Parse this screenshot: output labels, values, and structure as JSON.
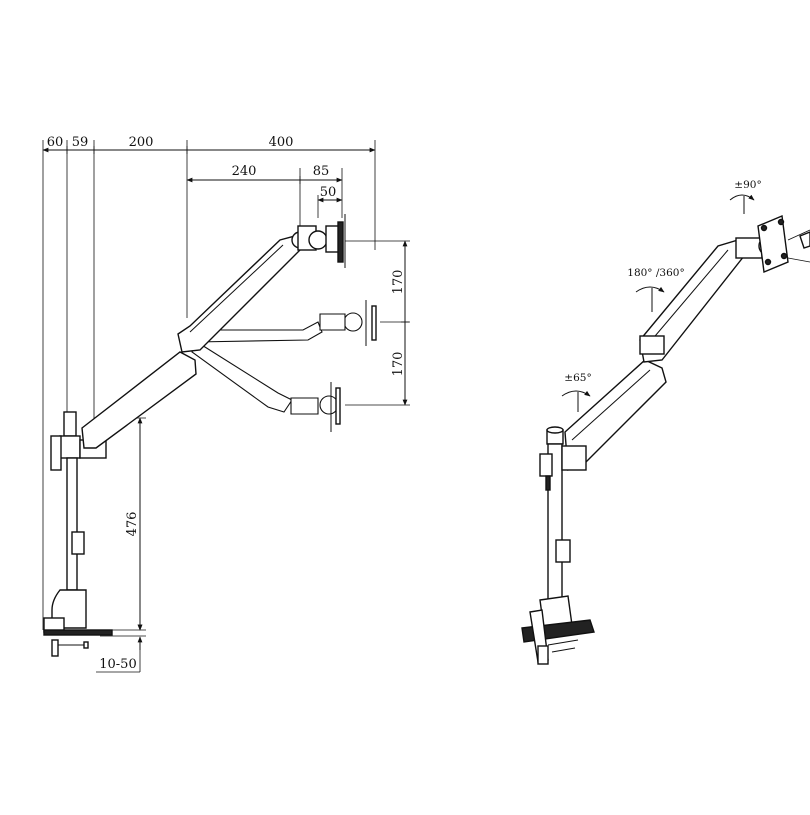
{
  "dimensions": {
    "top": [
      "60",
      "59",
      "200",
      "400"
    ],
    "second_row": [
      "240",
      "85"
    ],
    "third_row": [
      "50"
    ],
    "vertical_right": [
      "170",
      "170"
    ],
    "pole_height": "476",
    "clamp_range": "10-50"
  },
  "rotations": {
    "head_tilt": "±90°",
    "arm_swivel": "180° /360°",
    "pole_swivel": "±65°"
  }
}
